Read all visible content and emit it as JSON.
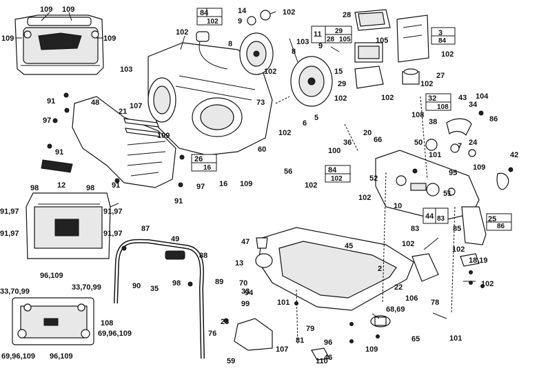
{
  "labels": {
    "l109a": "109",
    "l109b": "109",
    "l109c": "109",
    "l109d": "109",
    "l14": "14",
    "l102a": "102",
    "l9a": "9",
    "l28": "28",
    "l3": "3",
    "l84a": "84",
    "l11": "11",
    "l29a": "29",
    "l28b": "28",
    "l105a": "105",
    "l105b": "105",
    "l84b": "84",
    "l102b": "102",
    "l102c": "102",
    "l8a": "8",
    "l103a": "103",
    "l8b": "8",
    "l9b": "9",
    "l15": "15",
    "l102d": "102",
    "l27": "27",
    "l29b": "29",
    "l102e": "102",
    "l103b": "103",
    "l91a": "91",
    "l48": "48",
    "l107a": "107",
    "l21": "21",
    "l73": "73",
    "l102f": "102",
    "l102g": "102",
    "l32": "32",
    "l108a": "108",
    "l43": "43",
    "l104": "104",
    "l34": "34",
    "l108b": "108",
    "l97": "97",
    "l109e": "109",
    "l6": "6",
    "l5": "5",
    "l38": "38",
    "l86": "86",
    "l20": "20",
    "l66": "66",
    "l91b": "91",
    "l102h": "102",
    "l60": "60",
    "l36": "36",
    "l100": "100",
    "l50": "50",
    "l7": "7",
    "l24": "24",
    "l12": "12",
    "l16": "16",
    "l109f": "109",
    "l56": "56",
    "l101a": "101",
    "l42": "42",
    "l109g": "109",
    "l95": "95",
    "l98a": "98",
    "l98b": "98",
    "l91c": "91",
    "l97b": "97",
    "l91d": "91",
    "l52": "52",
    "l51": "51",
    "l102i": "102",
    "l102j": "102",
    "l10": "10",
    "l25": "25",
    "l9197a": "91,97",
    "l9197b": "91,97",
    "l9197c": "91,97",
    "l9197d": "91,97",
    "l87": "87",
    "l44": "44",
    "l83": "83",
    "l83b": "83",
    "l85": "85",
    "l47": "47",
    "l49": "49",
    "l45": "45",
    "l102k": "102",
    "l102l": "102",
    "l88": "88",
    "l13": "13",
    "l90": "90",
    "l35": "35",
    "l98c": "98",
    "l89": "89",
    "l70": "70",
    "l94": "94",
    "l33a": "33",
    "l99": "99",
    "l2": "2",
    "l1819": "18,19",
    "l96109": "96,109",
    "l3370a": "33,70,99",
    "l3370b": "33,70,99",
    "l108c": "108",
    "l6996a": "69,96,109",
    "l6996b": "69,96,109",
    "l96109b": "96,109",
    "l101b": "101",
    "l22": "22",
    "l106": "106",
    "l102m": "102",
    "l102n": "102",
    "l78": "78",
    "l6869": "68,69",
    "l23": "23",
    "l79": "79",
    "l76": "76",
    "l81": "81",
    "l96": "96",
    "l109h": "109",
    "l65": "65",
    "l101c": "101",
    "l107b": "107",
    "l59": "59",
    "l110": "110",
    "l46": "46",
    "l26": "26",
    "l16b": "16"
  }
}
